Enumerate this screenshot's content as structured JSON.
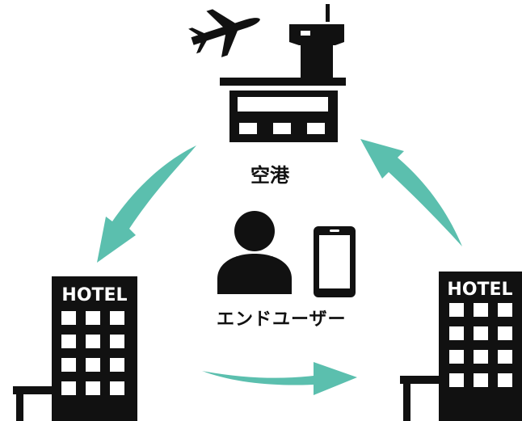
{
  "diagram": {
    "airport_label": "空港",
    "end_user_label": "エンドユーザー",
    "hotel_left_sign": "HOTEL",
    "hotel_right_sign": "HOTEL"
  },
  "icons": {
    "airplane": "airplane-icon",
    "airport": "airport-tower-icon",
    "hotel_left": "hotel-building-icon",
    "hotel_right": "hotel-building-icon",
    "user": "person-icon",
    "smartphone": "smartphone-icon",
    "arrows": "cycle-arrow-icon"
  },
  "colors": {
    "arrow": "#5bbfae",
    "icon": "#111111"
  }
}
